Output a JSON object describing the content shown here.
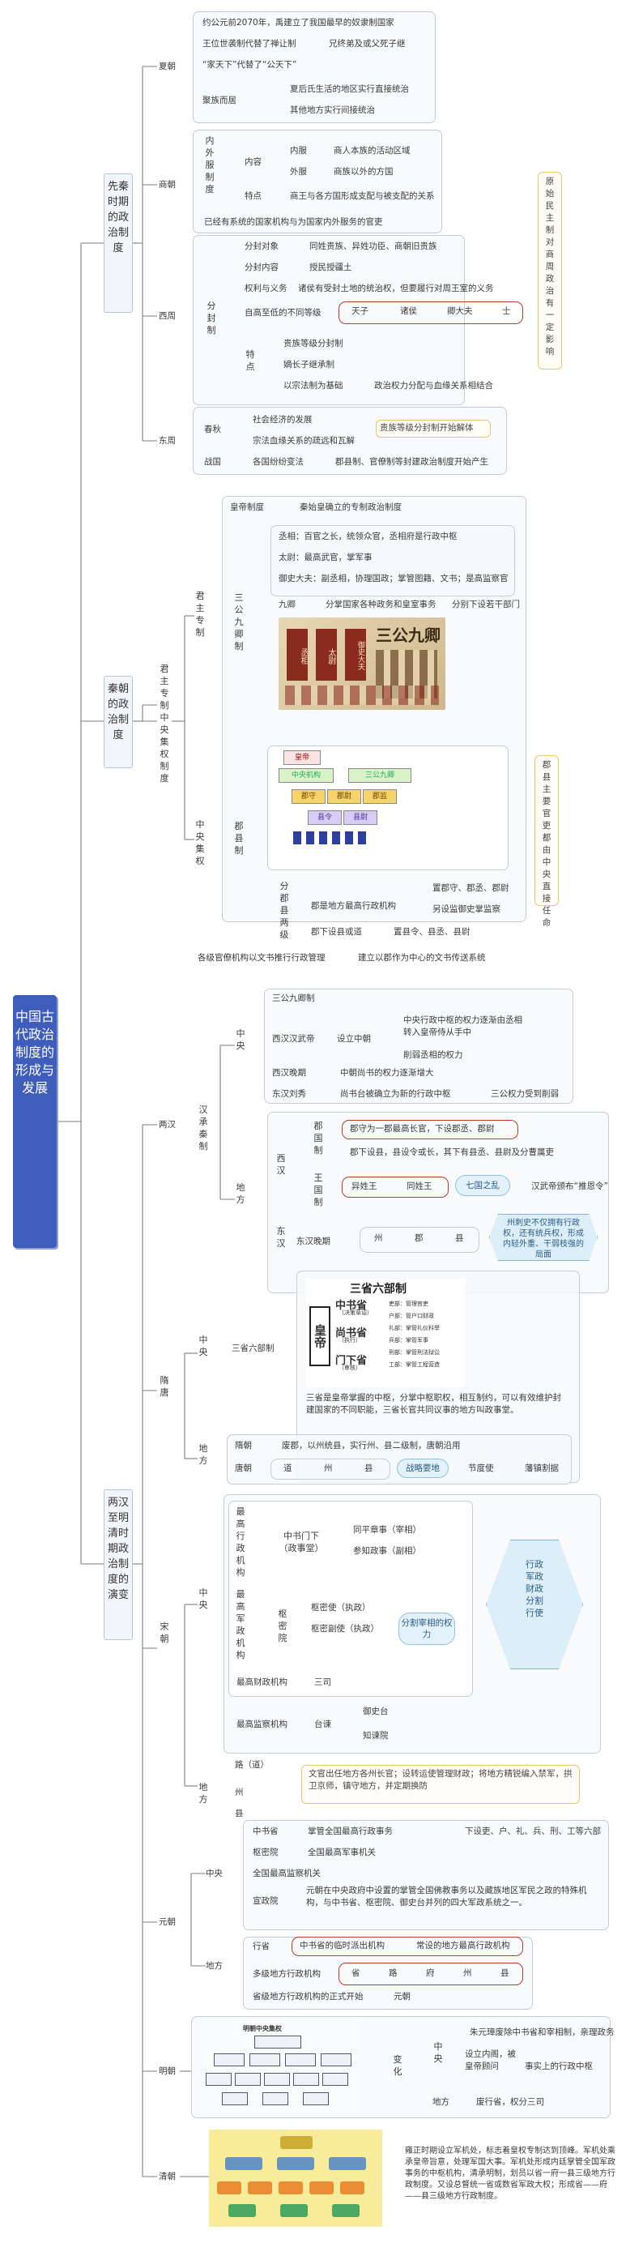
{
  "root_title": "中国古代政治制度的形成与发展",
  "era1": {
    "title": "先秦时期的政治制度",
    "xia": {
      "label": "夏朝",
      "i1": "约公元前2070年，禹建立了我国最早的奴隶制国家",
      "i2": "王位世袭制代替了禅让制",
      "i2b": "兄终弟及或父死子继",
      "i3": "“家天下”代替了“公天下”",
      "i4": "聚族而居",
      "i4a": "夏后氏生活的地区实行直接统治",
      "i4b": "其他地方实行间接统治"
    },
    "shang": {
      "label": "商朝",
      "l1": "内外服制度",
      "content": "内容",
      "neifu": "内服",
      "neifu_d": "商人本族的活动区域",
      "waifu": "外服",
      "waifu_d": "商族以外的方国",
      "feature": "特点",
      "feature_d": "商王与各方国形成支配与被支配的关系",
      "l2": "已经有系统的国家机构与为国家内外服务的官吏"
    },
    "zhou": {
      "label": "西周",
      "fenfeng": "分封制",
      "r1": "分封对象",
      "r1d": "同姓贵族、异姓功臣、商朝旧贵族",
      "r2": "分封内容",
      "r2d": "授民授疆土",
      "r3": "权利与义务",
      "r3d": "诸侯有受封土地的统治权，但要履行对周王室的义务",
      "r4": "自高至低的不同等级",
      "ranks": [
        "天子",
        "诸侯",
        "卿大夫",
        "士"
      ],
      "trait": "特点",
      "t1": "贵族等级分封制",
      "t2": "嫡长子继承制",
      "t3": "以宗法制为基础",
      "t3d": "政治权力分配与血缘关系相结合"
    },
    "dongzhou": {
      "label": "东周",
      "chunqiu": "春秋",
      "cq1": "社会经济的发展",
      "cq2": "宗法血缘关系的疏远和瓦解",
      "zhanguo": "战国",
      "zg1": "各国纷纷变法",
      "zg2": "郡县制、官僚制等封建政治制度开始产生",
      "note": "贵族等级分封制开始解体"
    },
    "side_note": "原始民主制对商周政治有一定影响"
  },
  "era2": {
    "title": "秦朝的政治制度",
    "autocracy": "君主专制中央集权制度",
    "junzhu": "君主专制",
    "emperor": "皇帝制度",
    "emperor_d": "秦始皇确立的专制政治制度",
    "sangong": "三公九卿制",
    "sg1": "丞相：百官之长，统领众官，丞相府是行政中枢",
    "sg2": "太尉：最高武官，掌军事",
    "sg3": "御史大夫：副丞相，协理国政；掌管图籍、文书；是高监察官",
    "jiuqing": "九卿",
    "jiuqing_d": "分掌国家各种政务和皇室事务",
    "jiuqing_d2": "分别下设若干部门",
    "img1_title": "三公九卿",
    "img1_labels": [
      "丞相",
      "太尉",
      "御史大夫"
    ],
    "zhongyang": "中央集权",
    "junxian": "郡县制",
    "chart_labels": [
      "皇帝",
      "中央机构",
      "三公九卿",
      "郡守",
      "郡尉",
      "郡监",
      "县令",
      "县尉"
    ],
    "fenjun": "分郡县两级",
    "jx1": "郡是地方最高行政机构",
    "jx1a": "置郡守、郡丞、郡尉",
    "jx1b": "另设监御史掌监察",
    "jx2": "郡下设县或道",
    "jx2a": "置县令、县丞、县尉",
    "jx3": "各级官僚机构以文书推行行政管理",
    "jx3b": "建立以郡作为中心的文书传送系统",
    "side_note": "郡县主要官吏都由中央直接任命"
  },
  "era3": {
    "title": "两汉至明清时期政治制度的演变",
    "han": {
      "label": "两汉",
      "jicheng": "汉承秦制",
      "zhongyang": "中央",
      "c1": "三公九卿制",
      "c2": "西汉汉武帝",
      "c2a": "设立中朝",
      "c2b": "中央行政中枢的权力逐渐由丞相转入皇帝侍从手中",
      "c2c": "削弱丞相的权力",
      "c3": "西汉晚期",
      "c3d": "中朝尚书的权力逐渐增大",
      "c4": "东汉刘秀",
      "c4d": "尚书台被确立为新的行政中枢",
      "c4e": "三公权力受到削弱",
      "difang": "地方",
      "xihan": "西汉",
      "junguo": "郡国制",
      "j1": "郡守为一郡最高长官，下设郡丞、郡尉",
      "j2": "郡下设县，县设令或长，其下有县丞、县尉及分曹属吏",
      "wangguo": "王国制",
      "w1": "异姓王",
      "w2": "同姓王",
      "w3": "七国之乱",
      "w4": "汉武帝颁布“推恩令”",
      "donghan": "东汉",
      "dh1": "东汉晚期",
      "dh_levels": [
        "州",
        "郡",
        "县"
      ],
      "dh_note": "州刺史不仅拥有行政权，还有统兵权，形成内轻外重、干弱枝强的局面"
    },
    "suitang": {
      "label": "隋唐",
      "zhongyang": "中央",
      "sansheng": "三省六部制",
      "img_title": "三省六部制",
      "img_emperor": "皇帝",
      "img_sheng": [
        "中书省",
        "尚书省",
        "门下省"
      ],
      "img_sheng_sub": [
        "（决策草诏）",
        "（执行）",
        "（审核）"
      ],
      "img_bu": [
        "吏部：管理官吏",
        "户部：管户口财政",
        "礼部：掌管礼仪科举",
        "兵部：掌管军事",
        "刑部：掌管刑法狱讼",
        "工部：掌管工程营造"
      ],
      "sansheng_note": "三省是皇帝掌握的中枢，分掌中枢职权，相互制约，可以有效维护封建国家的不同职能，三省长官共同议事的地方叫政事堂。",
      "difang": "地方",
      "df1": "隋朝",
      "df1d": "废郡，以州统县，实行州、县二级制，唐朝沿用",
      "df2": "唐朝",
      "df2_levels": [
        "道",
        "州",
        "县"
      ],
      "df2_pill": "战略要地",
      "df2_b": "节度使",
      "df2_c": "藩镇割据"
    },
    "song": {
      "label": "宋朝",
      "zhongyang": "中央",
      "xz": "最高行政机构",
      "xz1": "中书门下（政事堂）",
      "xz1a": "同平章事（宰相）",
      "xz1b": "参知政事（副相）",
      "js": "最高军政机构",
      "js1": "枢密院",
      "js1a": "枢密使（执政）",
      "js1b": "枢密副使（执政）",
      "pill": "分割宰相的权力",
      "cz": "最高财政机构",
      "cz1": "三司",
      "jc": "最高监察机构",
      "jc1": "台谏",
      "jc1a": "御史台",
      "jc1b": "知谏院",
      "hex": "行政军政财政分割行使",
      "difang": "地方",
      "df_levels": [
        "路（道）",
        "州",
        "县"
      ],
      "df_note": "文官出任地方各州长官；设转运使管理财政；将地方精锐编入禁军，拱卫京师，镇守地方，并定期换防"
    },
    "yuan": {
      "label": "元朝",
      "zhongyang": "中央",
      "c1": "中书省",
      "c1a": "掌管全国最高行政事务",
      "c1b": "下设吏、户、礼、兵、刑、工等六部",
      "c2": "枢密院",
      "c2a": "全国最高军事机关",
      "c3": "全国最高监察机关",
      "c4": "宣政院",
      "c4a": "元朝在中央政府中设置的掌管全国佛教事务以及藏族地区军民之政的特殊机构，与中书省、枢密院、御史台并列的四大军政系统之一。",
      "difang": "地方",
      "d1": "行省",
      "d1a": "中书省的临时派出机构",
      "d1b": "常设的地方最高行政机构",
      "d2": "多级地方行政机构",
      "d2_levels": [
        "省",
        "路",
        "府",
        "州",
        "县"
      ],
      "d3": "省级地方行政机构的正式开始",
      "d3b": "元朝"
    },
    "ming": {
      "label": "明朝",
      "img_title": "明朝中央集权",
      "bianhua": "变化",
      "zhongyang": "中央",
      "c1": "朱元璋废除中书省和宰相制，亲理政务",
      "c2": "设立内阁，被皇帝顾问",
      "c2b": "事实上的行政中枢",
      "difang": "地方",
      "d1": "废行省，权分三司"
    },
    "qing": {
      "label": "清朝",
      "note": "雍正时期设立军机处，标志着皇权专制达到顶峰。军机处乘承皇帝旨意，处理军国大事。军机处形成内廷掌管全国军政事务的中枢机构，清承明制，划员以省一府一县三级地方行政制度。又设总督统一省或数省军政大权；形成省——府——县三级地方行政制度。"
    }
  },
  "colors": {
    "root": "#3f5dbb",
    "era_border": "#b8c6dc",
    "red": "#c0392b",
    "orange": "#f0c36e",
    "blue": "#7fb6dd",
    "line": "#7a7f88"
  }
}
